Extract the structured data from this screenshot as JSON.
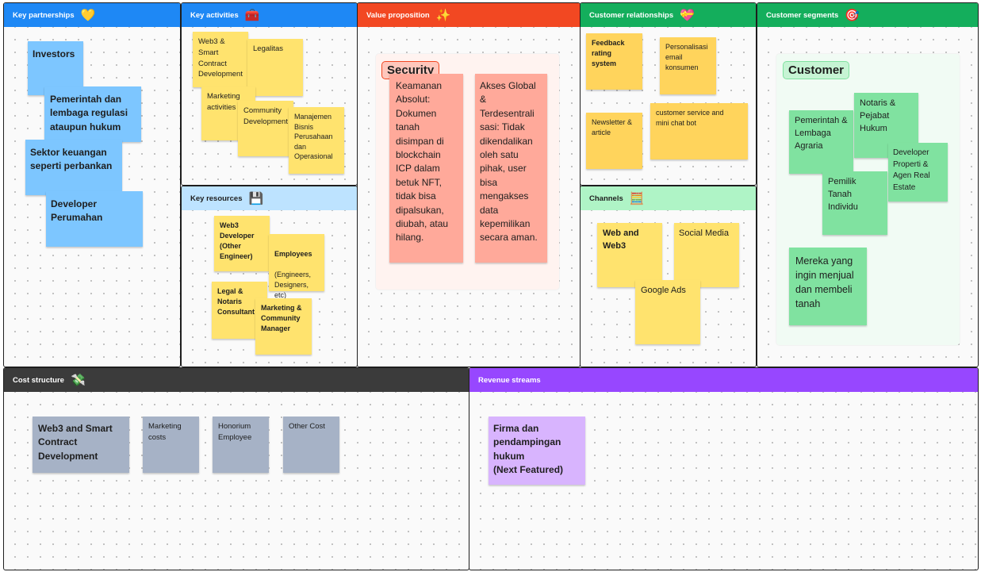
{
  "colors": {
    "key_partnerships": "#1e88f5",
    "key_activities": "#1e88f5",
    "key_resources": "#bde3ff",
    "value_proposition": "#f24822",
    "customer_relationships": "#14ae5c",
    "channels": "#aff4c6",
    "customer_segments": "#14ae5c",
    "cost_structure": "#3b3b3b",
    "revenue_streams": "#9747ff"
  },
  "key_partnerships": {
    "title": "Key partnerships",
    "icon": "yellow-heart-icon",
    "notes": [
      "Investors",
      "Pemerintah dan\nlembaga regulasi\nataupun hukum",
      "Sektor keuangan\nseperti perbankan",
      "Developer\nPerumahan"
    ]
  },
  "key_activities": {
    "title": "Key activities",
    "icon": "toolbox-icon",
    "notes": [
      "Web3 &\nSmart\nContract\nDevelopment",
      "Legalitas",
      "Marketing\nactivities",
      "Community\nDevelopment",
      "Manajemen\nBisnis\nPerusahaan\ndan\nOperasional"
    ]
  },
  "key_resources": {
    "title": "Key resources",
    "icon": "floppy-disk-icon",
    "notes": [
      "Web3\nDeveloper\n(Other\nEngineer)",
      "Employees",
      "(Engineers,\nDesigners,\netc)",
      "Legal &\nNotaris\nConsultant",
      "Marketing &\nCommunity\nManager"
    ]
  },
  "value_proposition": {
    "title": "Value proposition",
    "icon": "sparkles-icon",
    "section_label": "Security",
    "notes": [
      "Keamanan\nAbsolut:\nDokumen\ntanah\ndisimpan di\nblockchain\nICP dalam\nbetuk NFT,\ntidak bisa\ndipalsukan,\ndiubah, atau\nhilang.",
      "Akses Global\n&\nTerdesentrali\nsasi: Tidak\ndikendalikan\noleh satu\npihak, user\nbisa\nmengakses\ndata\nkepemilikan\nsecara aman."
    ]
  },
  "customer_relationships": {
    "title": "Customer relationships",
    "icon": "heart-with-ribbon-icon",
    "notes": [
      "Feedback\nrating\nsystem",
      "Personalisasi\nemail\nkonsumen",
      "Newsletter &\narticle",
      "customer service and\nmini chat bot"
    ]
  },
  "channels": {
    "title": "Channels",
    "icon": "calculator-icon",
    "notes": [
      "Web and\nWeb3",
      "Social Media",
      "Google Ads"
    ]
  },
  "customer_segments": {
    "title": "Customer segments",
    "icon": "target-icon",
    "section_label": "Customer",
    "notes": [
      "Pemerintah &\nLembaga\nAgraria",
      "Notaris &\nPejabat\nHukum",
      "Developer\nProperti &\nAgen Real\nEstate",
      "Pemilik\nTanah\nIndividu",
      "Mereka yang\ningin menjual\ndan membeli\ntanah"
    ]
  },
  "cost_structure": {
    "title": "Cost structure",
    "icon": "money-with-wings-icon",
    "notes": [
      "Web3  and Smart\nContract\nDevelopment",
      "Marketing\ncosts",
      "Honorium\nEmployee",
      "Other Cost"
    ]
  },
  "revenue_streams": {
    "title": "Revenue streams",
    "notes": [
      "Firma dan\npendampingan\nhukum\n(Next Featured)"
    ]
  }
}
